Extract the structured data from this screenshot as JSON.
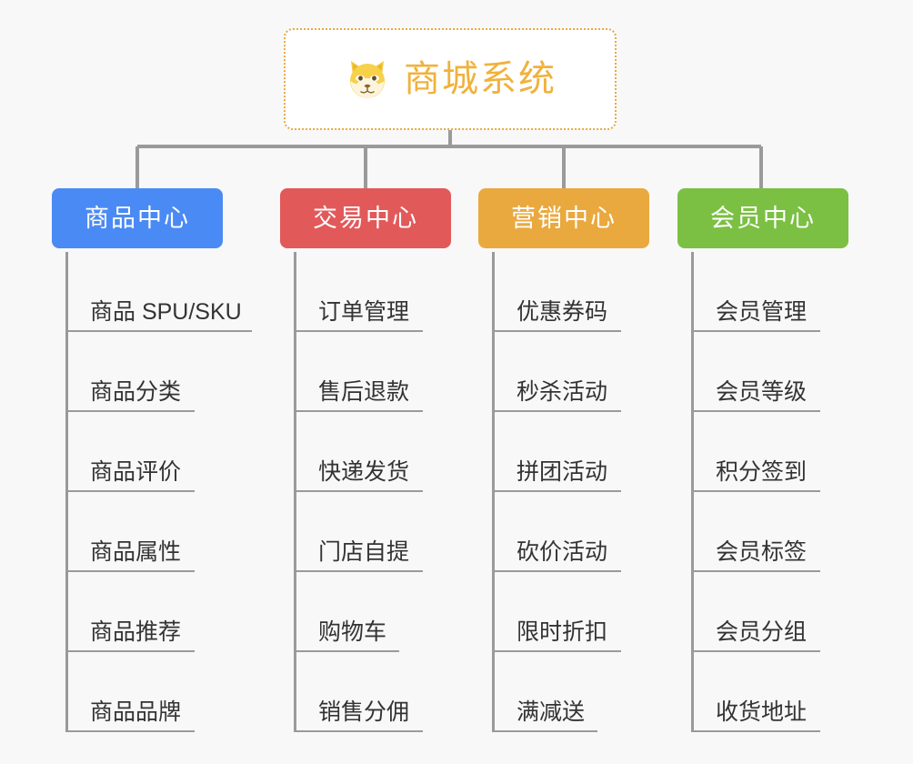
{
  "page": {
    "background_color": "#f8f8f8",
    "diagram_type": "org-tree"
  },
  "root": {
    "title": "商城系统",
    "icon": "shiba-dog-face-emoji",
    "text_color": "#f0b23c",
    "border_color": "#e9a942",
    "background_color": "#ffffff"
  },
  "connector": {
    "color": "#9a9a9a"
  },
  "columns": [
    {
      "key": "product-center",
      "title": "商品中心",
      "color": "#4a8af4",
      "items": [
        {
          "label": "商品 SPU/SKU",
          "len": 8
        },
        {
          "label": "商品分类",
          "len": 4
        },
        {
          "label": "商品评价",
          "len": 4
        },
        {
          "label": "商品属性",
          "len": 4
        },
        {
          "label": "商品推荐",
          "len": 4
        },
        {
          "label": "商品品牌",
          "len": 4
        }
      ]
    },
    {
      "key": "trade-center",
      "title": "交易中心",
      "color": "#e2595a",
      "items": [
        {
          "label": "订单管理",
          "len": 4
        },
        {
          "label": "售后退款",
          "len": 4
        },
        {
          "label": "快递发货",
          "len": 4
        },
        {
          "label": "门店自提",
          "len": 4
        },
        {
          "label": "购物车",
          "len": 3
        },
        {
          "label": "销售分佣",
          "len": 4
        }
      ]
    },
    {
      "key": "marketing-center",
      "title": "营销中心",
      "color": "#eaa93e",
      "items": [
        {
          "label": "优惠券码",
          "len": 4
        },
        {
          "label": "秒杀活动",
          "len": 4
        },
        {
          "label": "拼团活动",
          "len": 4
        },
        {
          "label": "砍价活动",
          "len": 4
        },
        {
          "label": "限时折扣",
          "len": 4
        },
        {
          "label": "满减送",
          "len": 3
        }
      ]
    },
    {
      "key": "member-center",
      "title": "会员中心",
      "color": "#7bc043",
      "items": [
        {
          "label": "会员管理",
          "len": 4
        },
        {
          "label": "会员等级",
          "len": 4
        },
        {
          "label": "积分签到",
          "len": 4
        },
        {
          "label": "会员标签",
          "len": 4
        },
        {
          "label": "会员分组",
          "len": 4
        },
        {
          "label": "收货地址",
          "len": 4
        }
      ]
    }
  ]
}
